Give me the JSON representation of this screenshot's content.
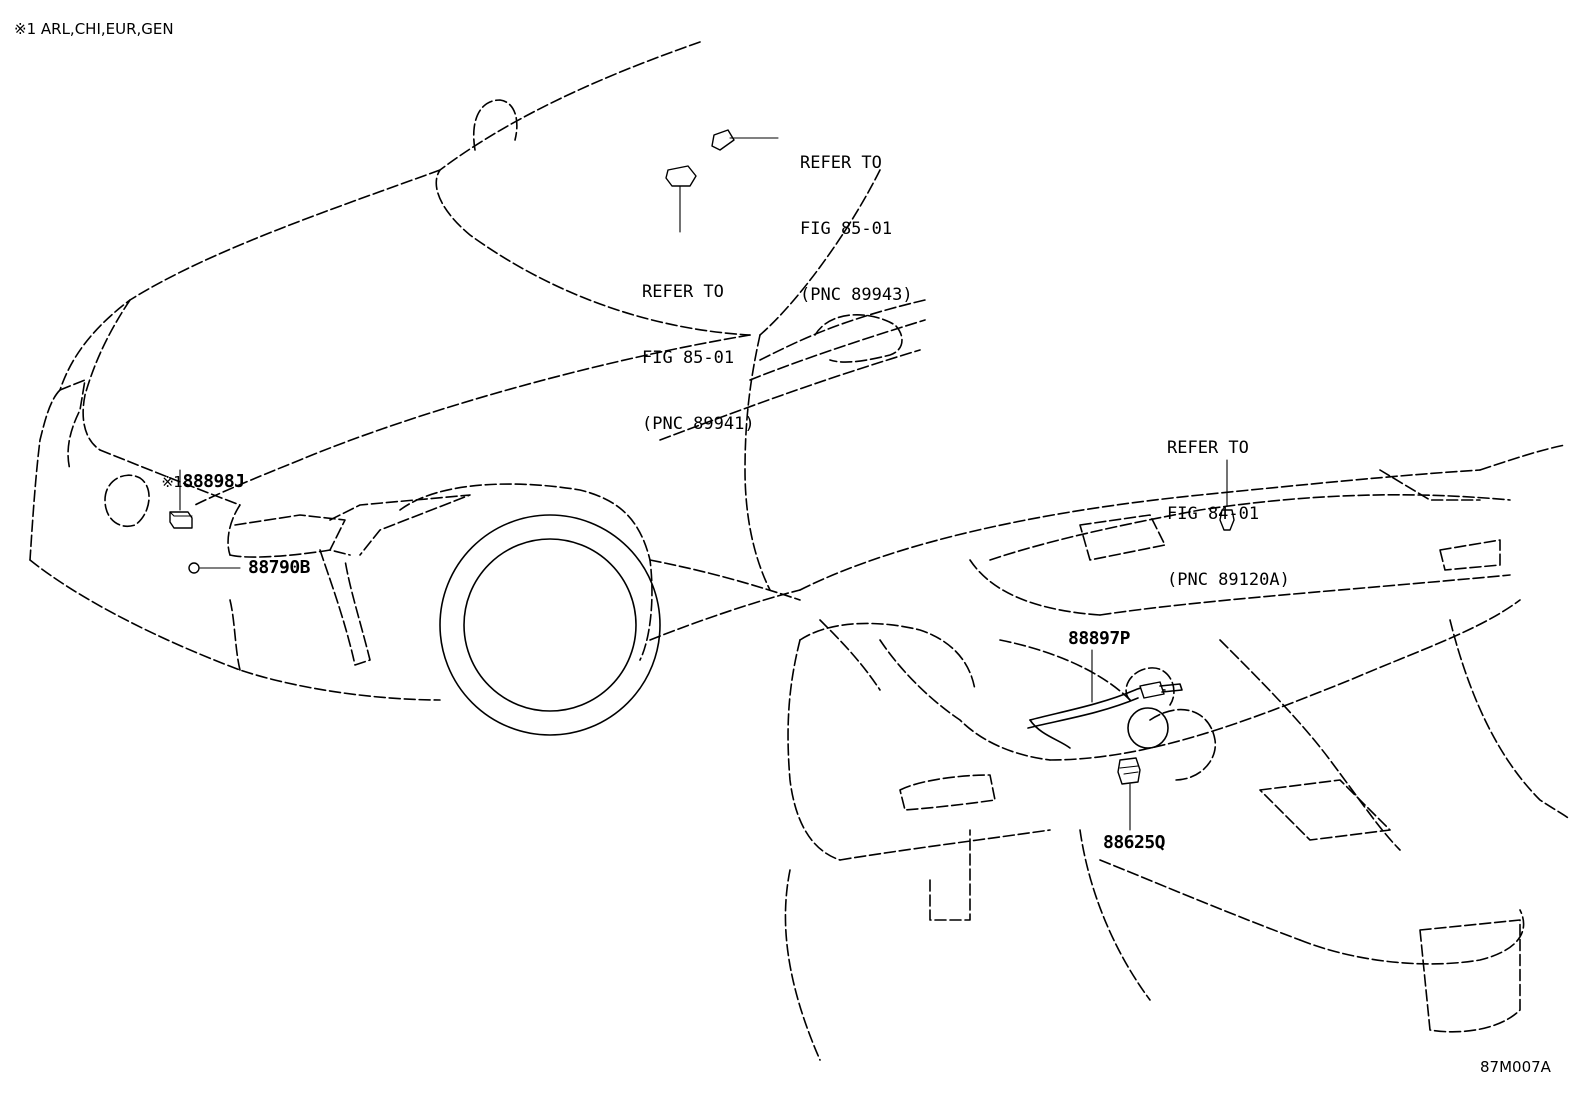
{
  "header_note": "※1 ARL,CHI,EUR,GEN",
  "figure_code": "87M007A",
  "callouts": [
    {
      "id": "88898J",
      "marker": "※1",
      "label": "88898J"
    },
    {
      "id": "88790B",
      "label": "88790B"
    },
    {
      "id": "88897P",
      "label": "88897P"
    },
    {
      "id": "88625Q",
      "label": "88625Q"
    }
  ],
  "references": [
    {
      "lines": [
        "REFER TO",
        "FIG 85-01",
        "(PNC 89943)"
      ]
    },
    {
      "lines": [
        "REFER TO",
        "FIG 85-01",
        "(PNC 89941)"
      ]
    },
    {
      "lines": [
        "REFER TO",
        "FIG 84-01",
        "(PNC 89120A)"
      ]
    }
  ]
}
